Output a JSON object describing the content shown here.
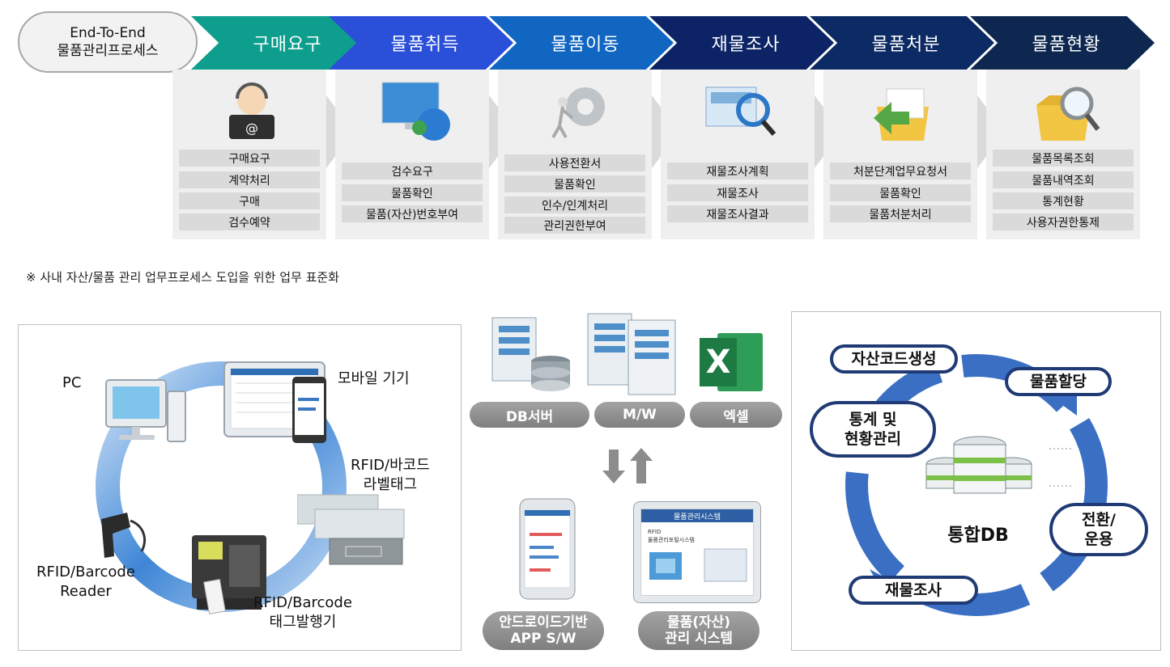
{
  "process": {
    "pill_line1": "End-To-End",
    "pill_line2": "물품관리프로세스",
    "stages": [
      {
        "title": "구매요구",
        "color": "#0e9e8e",
        "icon": "support-agent-icon",
        "items": [
          "구매요구",
          "계약처리",
          "구매",
          "검수예약"
        ]
      },
      {
        "title": "물품취득",
        "color": "#2a4fd8",
        "icon": "monitor-globe-icon",
        "items": [
          "검수요구",
          "물품확인",
          "물품(자산)번호부여"
        ]
      },
      {
        "title": "물품이동",
        "color": "#1166c2",
        "icon": "gear-person-icon",
        "items": [
          "사용전환서",
          "물품확인",
          "인수/인계처리",
          "관리권한부여"
        ]
      },
      {
        "title": "재물조사",
        "color": "#0c2466",
        "icon": "magnifier-screen-icon",
        "items": [
          "재물조사계획",
          "재물조사",
          "재물조사결과"
        ]
      },
      {
        "title": "물품처분",
        "color": "#0c2a63",
        "icon": "folder-arrow-icon",
        "items": [
          "처분단계업무요청서",
          "물품확인",
          "물품처분처리"
        ]
      },
      {
        "title": "물품현황",
        "color": "#0d2750",
        "icon": "folder-search-icon",
        "items": [
          "물품목록조회",
          "물품내역조회",
          "통계현황",
          "사용자권한통제"
        ]
      }
    ]
  },
  "note": "※ 사내 자산/물품 관리 업무프로세스 도입을 위한 업무 표준화",
  "devices": {
    "pc": "PC",
    "mobile": "모바일 기기",
    "rfid_tag_line1": "RFID/바코드",
    "rfid_tag_line2": "라벨태그",
    "reader_line1": "RFID/Barcode",
    "reader_line2": "Reader",
    "printer_line1": "RFID/Barcode",
    "printer_line2": "태그발행기"
  },
  "middle": {
    "db_server": "DB서버",
    "mw": "M/W",
    "excel": "엑셀",
    "excel_letter": "X",
    "app_line1": "안드로이드기반",
    "app_line2": "APP S/W",
    "system_line1": "물품(자산)",
    "system_line2": "관리 시스템",
    "tablet_title": "물품관리시스템",
    "tablet_sub1": "RFID",
    "tablet_sub2": "물품관리포털시스템"
  },
  "cycle": {
    "asset_code": "자산코드생성",
    "allocation": "물품할당",
    "stats_line1": "통계 및",
    "stats_line2": "현황관리",
    "convert_line1": "전환/",
    "convert_line2": "운용",
    "inventory": "재물조사",
    "center": "통합DB",
    "ring_color": "#3a6fc4",
    "pill_border": "#1f3a75"
  }
}
